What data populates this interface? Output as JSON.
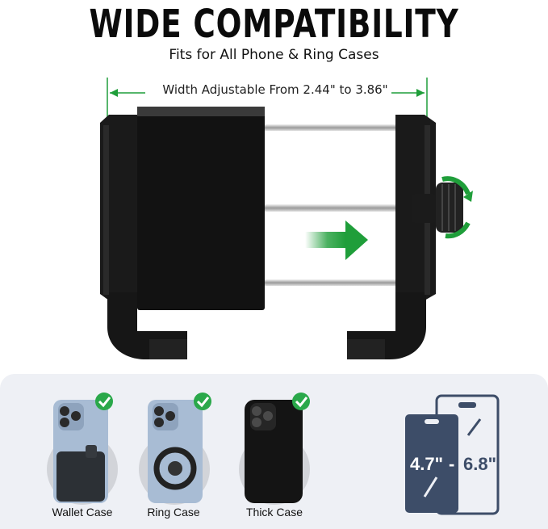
{
  "header": {
    "title": "WIDE COMPATIBILITY",
    "subtitle": "Fits for All Phone & Ring Cases"
  },
  "product": {
    "width_label": "Width Adjustable From 2.44\" to 3.86\"",
    "accent_color": "#1f9e3a"
  },
  "cases": [
    {
      "label": "Wallet Case",
      "icon": "check-icon"
    },
    {
      "label": "Ring Case",
      "icon": "check-icon"
    },
    {
      "label": "Thick Case",
      "icon": "check-icon"
    }
  ],
  "sizes": {
    "min": "4.7\"",
    "separator": "-",
    "max": "6.8\""
  }
}
